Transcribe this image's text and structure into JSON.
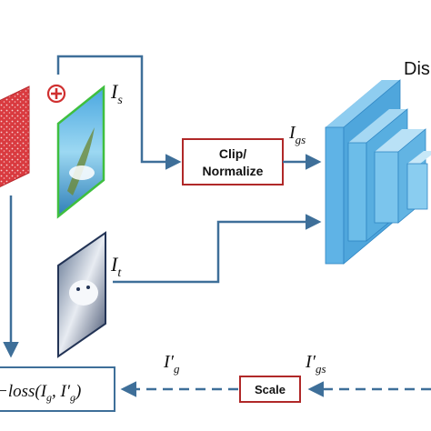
{
  "labels": {
    "source_image": "I",
    "source_sub": "s",
    "target_image": "I",
    "target_sub": "t",
    "gen_sampled": "I",
    "gen_sampled_sub": "gs",
    "scaled_prime": "I′",
    "scaled_prime_sub": "g",
    "gs_prime": "I′",
    "gs_prime_sub": "gs",
    "discriminator_partial": "Dis",
    "loss_prefix": "−loss(",
    "loss_arg1": "I",
    "loss_arg1_sub": "g",
    "loss_sep": ", ",
    "loss_arg2": "I′",
    "loss_arg2_sub": "g",
    "loss_close": ")"
  },
  "boxes": {
    "clip_line1": "Clip/",
    "clip_line2": "Normalize",
    "scale": "Scale"
  },
  "colors": {
    "arrow": "#3e6f99",
    "box_border": "#b02828",
    "cube_face": "#5fb3e6",
    "cube_dark": "#2f86c4",
    "noise": "#e2474b",
    "plus": "#d03030"
  },
  "icons": {
    "add": "plus-circle-icon"
  }
}
